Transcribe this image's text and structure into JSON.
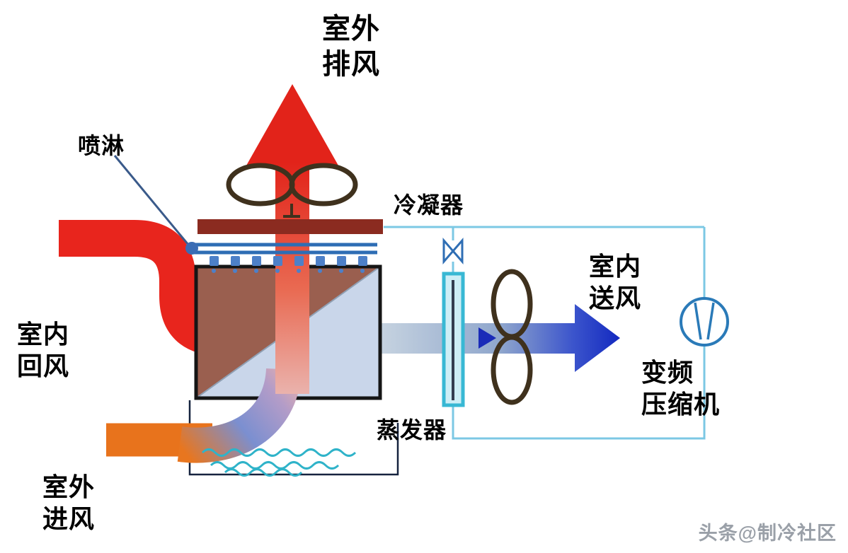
{
  "diagram": {
    "labels": {
      "outdoor_exhaust": {
        "line1": "室外",
        "line2": "排风"
      },
      "spray": "喷淋",
      "condenser": "冷凝器",
      "indoor_return": {
        "line1": "室内",
        "line2": "回风"
      },
      "indoor_supply": {
        "line1": "室内",
        "line2": "送风"
      },
      "evaporator": "蒸发器",
      "compressor": {
        "line1": "变频",
        "line2": "压缩机"
      },
      "outdoor_intake": {
        "line1": "室外",
        "line2": "进风"
      }
    },
    "watermark": "头条@制冷社区",
    "colors": {
      "exhaust_red": "#e2231a",
      "return_red": "#e8251d",
      "intake_orange": "#e8731c",
      "supply_blue": "#1228c0",
      "pipe_light_blue": "#7cc8e4",
      "condenser_dark_red": "#8b2b20",
      "evaporator_cyan": "#38b8d4",
      "heat_exchanger_brown": "#9a5f4f",
      "heat_exchanger_light_blue": "#c9d6ea",
      "fan_outline": "#3f311d",
      "water_cyan": "#2fb3c9",
      "spray_blue": "#2e6db4",
      "compressor_blue": "#2a7ab8",
      "label_color": "#000000",
      "watermark_gray": "#9aa0a8"
    }
  }
}
